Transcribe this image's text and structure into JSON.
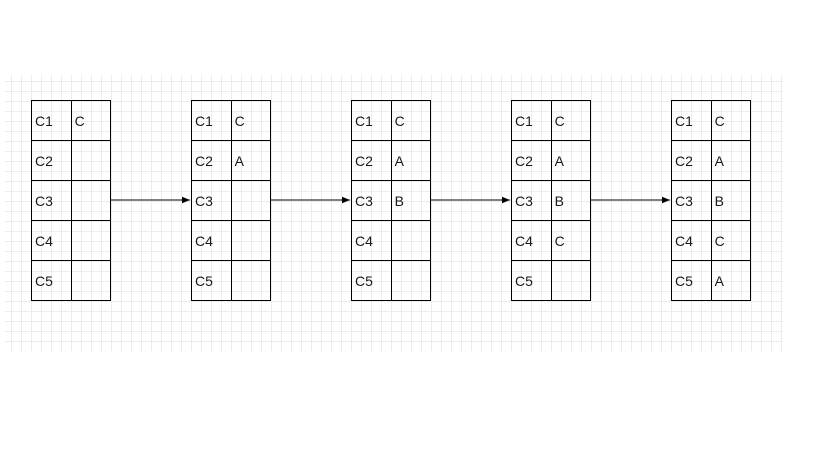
{
  "tables": [
    {
      "rows": [
        {
          "label": "C1",
          "value": "C"
        },
        {
          "label": "C2",
          "value": ""
        },
        {
          "label": "C3",
          "value": ""
        },
        {
          "label": "C4",
          "value": ""
        },
        {
          "label": "C5",
          "value": ""
        }
      ]
    },
    {
      "rows": [
        {
          "label": "C1",
          "value": "C"
        },
        {
          "label": "C2",
          "value": "A"
        },
        {
          "label": "C3",
          "value": ""
        },
        {
          "label": "C4",
          "value": ""
        },
        {
          "label": "C5",
          "value": ""
        }
      ]
    },
    {
      "rows": [
        {
          "label": "C1",
          "value": "C"
        },
        {
          "label": "C2",
          "value": "A"
        },
        {
          "label": "C3",
          "value": "B"
        },
        {
          "label": "C4",
          "value": ""
        },
        {
          "label": "C5",
          "value": ""
        }
      ]
    },
    {
      "rows": [
        {
          "label": "C1",
          "value": "C"
        },
        {
          "label": "C2",
          "value": "A"
        },
        {
          "label": "C3",
          "value": "B"
        },
        {
          "label": "C4",
          "value": "C"
        },
        {
          "label": "C5",
          "value": ""
        }
      ]
    },
    {
      "rows": [
        {
          "label": "C1",
          "value": "C"
        },
        {
          "label": "C2",
          "value": "A"
        },
        {
          "label": "C3",
          "value": "B"
        },
        {
          "label": "C4",
          "value": "C"
        },
        {
          "label": "C5",
          "value": "A"
        }
      ]
    }
  ],
  "colors": {
    "grid": "#ececec",
    "stroke": "#000000",
    "text": "#1a1a1a"
  }
}
